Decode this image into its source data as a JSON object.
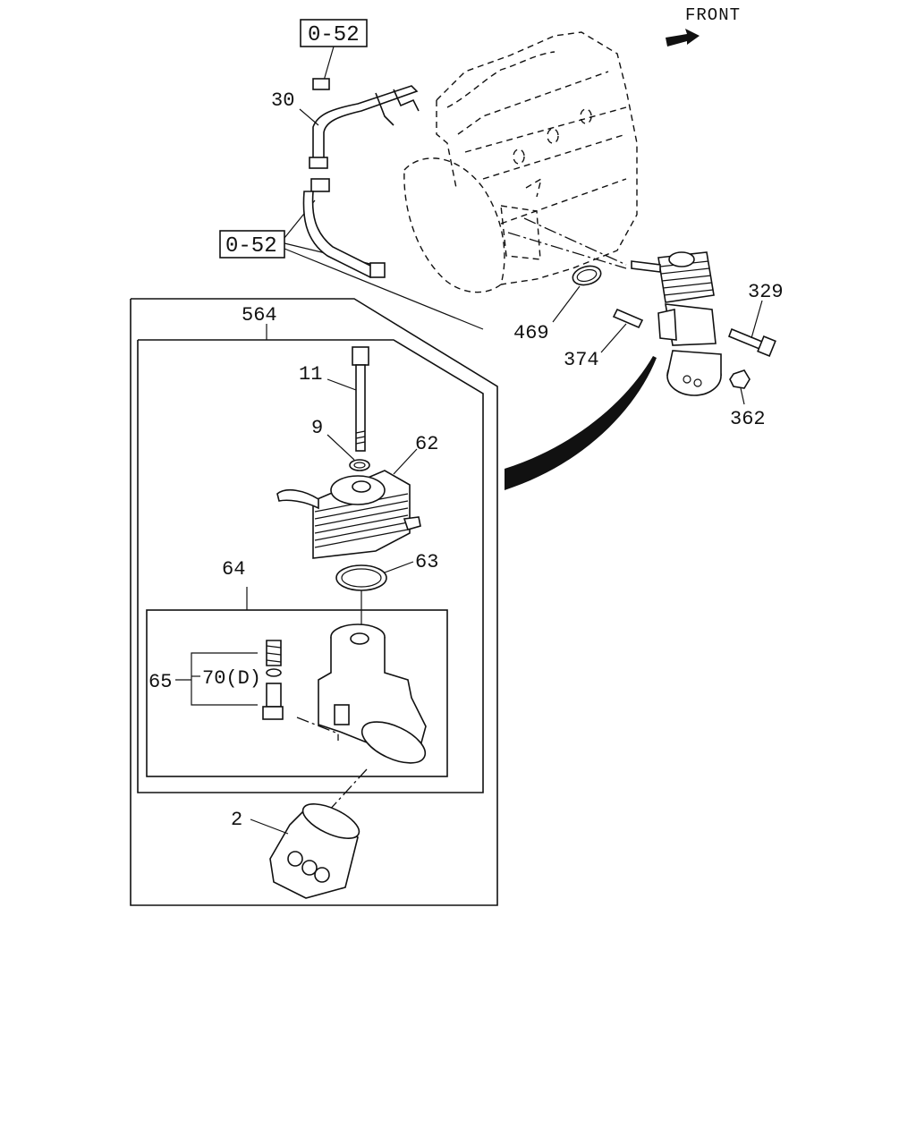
{
  "header": {
    "front_label": "FRONT"
  },
  "references": [
    {
      "id": "ref-top",
      "text": "0-52"
    },
    {
      "id": "ref-mid",
      "text": "0-52"
    }
  ],
  "callouts": {
    "c30": "30",
    "c329": "329",
    "c469": "469",
    "c374": "374",
    "c362": "362",
    "c564": "564",
    "c11": "11",
    "c9": "9",
    "c62": "62",
    "c63": "63",
    "c64": "64",
    "c65": "65",
    "c70": "70(D)",
    "c2": "2"
  },
  "colors": {
    "ink": "#111111",
    "paper": "#ffffff"
  },
  "icons": {
    "front_arrow": "front-arrow-icon"
  }
}
